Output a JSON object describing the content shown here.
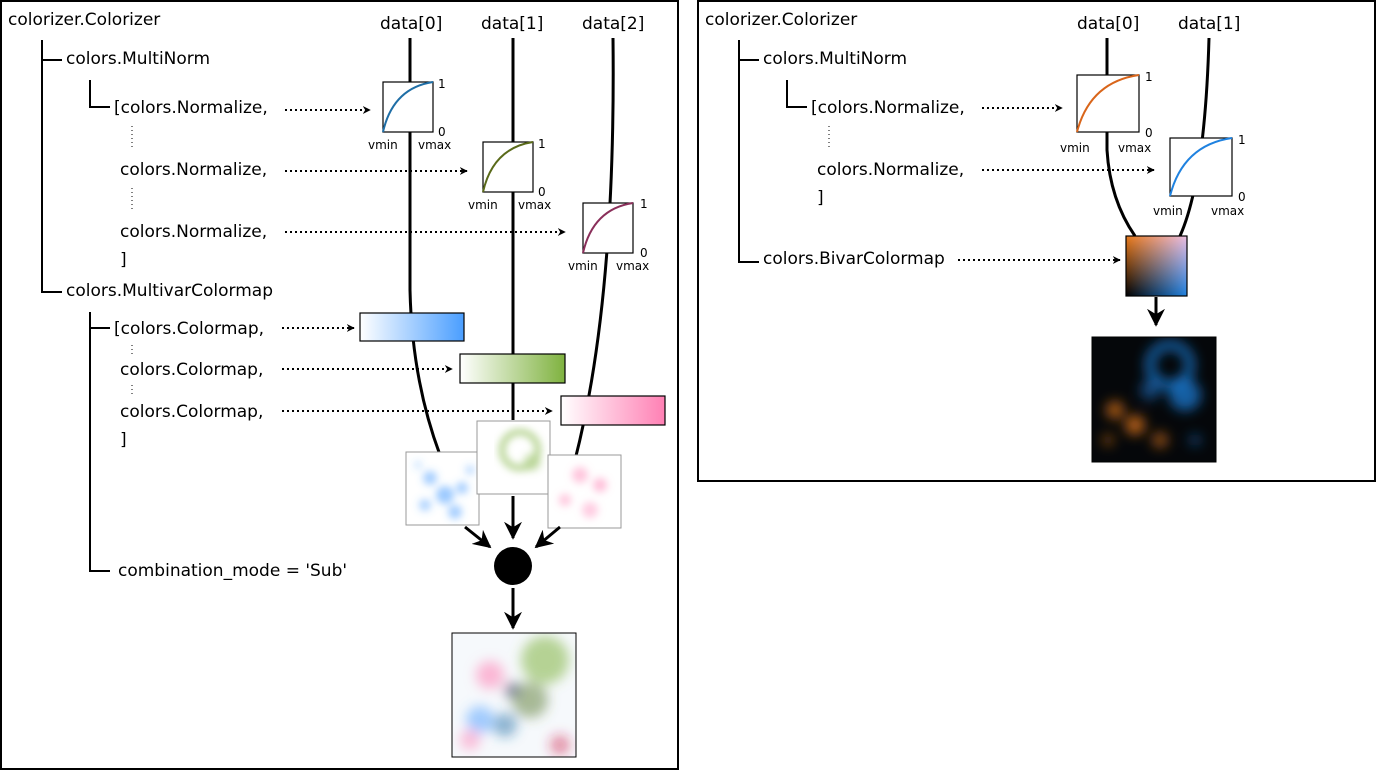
{
  "left": {
    "title": "colorizer.Colorizer",
    "multinorm": "colors.MultiNorm",
    "normalize_first": "[colors.Normalize,",
    "normalize": "colors.Normalize,",
    "close": "]",
    "multivar": "colors.MultivarColormap",
    "colormap_first": "[colors.Colormap,",
    "colormap": "colors.Colormap,",
    "combination": "combination_mode = 'Sub'",
    "data_labels": [
      "data[0]",
      "data[1]",
      "data[2]"
    ],
    "norm_colors": [
      "#1f6ea6",
      "#5a6a1a",
      "#8a2f5a"
    ],
    "cmap_colors": [
      "#4a9eff",
      "#7fb23f",
      "#ff80b4"
    ]
  },
  "right": {
    "title": "colorizer.Colorizer",
    "multinorm": "colors.MultiNorm",
    "normalize_first": "[colors.Normalize,",
    "normalize": "colors.Normalize,",
    "close": "]",
    "bivar": "colors.BivarColormap",
    "data_labels": [
      "data[0]",
      "data[1]"
    ],
    "norm_colors": [
      "#d9651a",
      "#1f82e0"
    ]
  },
  "norm_plot": {
    "vmin": "vmin",
    "vmax": "vmax",
    "top": "1",
    "bottom": "0"
  }
}
